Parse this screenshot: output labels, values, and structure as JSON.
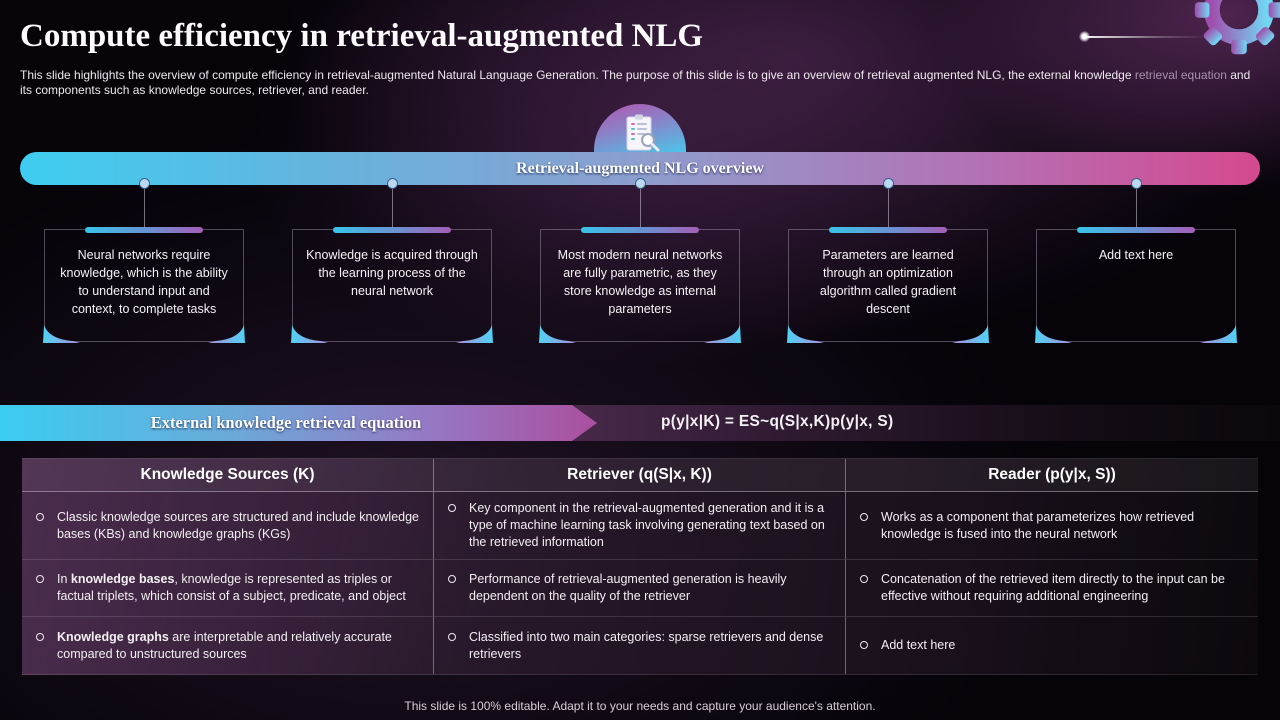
{
  "slide": {
    "title": "Compute efficiency in retrieval-augmented NLG",
    "subtitle_part1": "This slide highlights the overview of compute efficiency in retrieval-augmented Natural Language Generation. The purpose of this slide is to give an overview of retrieval augmented NLG, the external knowledge ",
    "subtitle_dim": "retrieval equation",
    "subtitle_part2": " and its components such as knowledge sources, retriever, and reader.",
    "footer": "This slide is 100% editable. Adapt it to your needs and capture your audience's attention."
  },
  "overview": {
    "banner_label": "Retrieval-augmented NLG overview",
    "icon": "document-search-icon",
    "card_lefts": [
      44,
      292,
      540,
      788,
      1036
    ],
    "cards": [
      "Neural networks require knowledge, which is the ability to understand input and context, to complete tasks",
      "Knowledge is acquired through the learning process of the neural network",
      "Most modern neural networks are fully parametric, as they store knowledge as internal parameters",
      "Parameters are learned through an optimization algorithm called gradient descent",
      "Add text here"
    ]
  },
  "equation_section": {
    "label": "External knowledge retrieval equation",
    "equation": "p(y|x|K) = ES~q(S|x,K)p(y|x, S)"
  },
  "table": {
    "headers": [
      "Knowledge Sources (K)",
      "Retriever (q(S|x, K))",
      "Reader (p(y|x, S))"
    ],
    "rows": [
      [
        {
          "segments": [
            {
              "text": "Classic knowledge sources are structured and include knowledge bases (KBs) and knowledge graphs (KGs)",
              "bold": false
            }
          ]
        },
        {
          "segments": [
            {
              "text": "Key component in the retrieval-augmented generation and it is a type of machine learning task involving generating text based on the retrieved information",
              "bold": false
            }
          ]
        },
        {
          "segments": [
            {
              "text": "Works as a component that parameterizes how retrieved knowledge is fused into the neural network",
              "bold": false
            }
          ]
        }
      ],
      [
        {
          "segments": [
            {
              "text": "In ",
              "bold": false
            },
            {
              "text": "knowledge bases",
              "bold": true
            },
            {
              "text": ", knowledge is represented as triples or factual triplets, which consist of a subject, predicate, and object",
              "bold": false
            }
          ]
        },
        {
          "segments": [
            {
              "text": "Performance of retrieval-augmented generation is heavily dependent on the quality of the retriever",
              "bold": false
            }
          ]
        },
        {
          "segments": [
            {
              "text": "Concatenation of the retrieved item directly to the input can be effective without requiring additional engineering",
              "bold": false
            }
          ]
        }
      ],
      [
        {
          "segments": [
            {
              "text": "Knowledge graphs",
              "bold": true
            },
            {
              "text": " are interpretable and relatively accurate compared to unstructured sources",
              "bold": false
            }
          ]
        },
        {
          "segments": [
            {
              "text": "Classified into two main categories: sparse retrievers and dense retrievers",
              "bold": false
            }
          ]
        },
        {
          "segments": [
            {
              "text": "Add text here",
              "bold": false
            }
          ]
        }
      ]
    ]
  },
  "colors": {
    "accent_cyan": "#3ecdf0",
    "accent_pink": "#d5498f",
    "accent_purple": "#a45fb4",
    "background": "#060309"
  }
}
